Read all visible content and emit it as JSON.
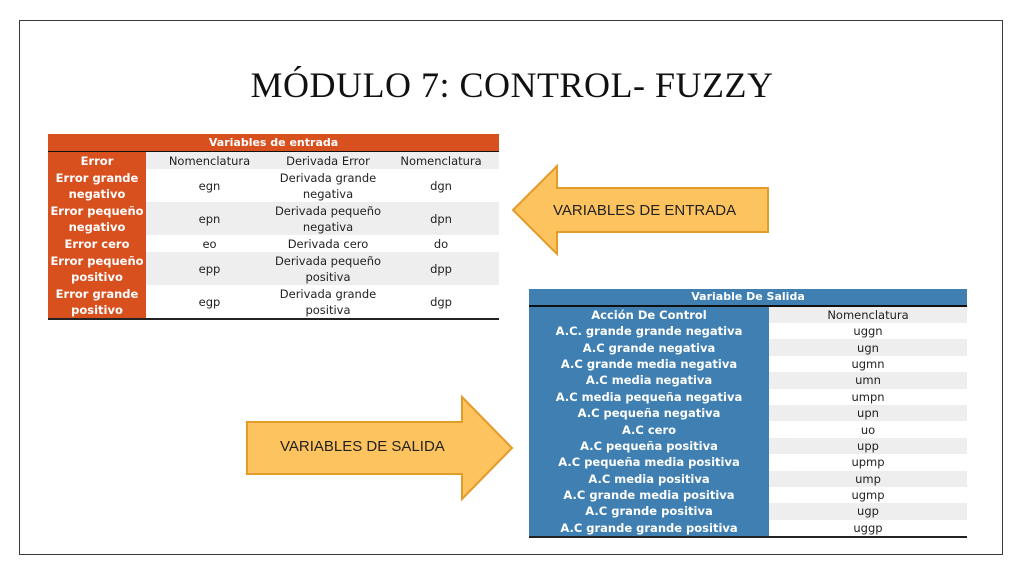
{
  "slide": {
    "title": "MÓDULO 7: CONTROL- FUZZY"
  },
  "colors": {
    "input_accent": "#d9501f",
    "output_accent": "#3f7fb1",
    "arrow_fill": "#fdc35f",
    "arrow_stroke": "#e39b2a"
  },
  "input_table": {
    "banner": "Variables de entrada",
    "headers": [
      "Error",
      "Nomenclatura",
      "Derivada Error",
      "Nomenclatura"
    ],
    "rows": [
      [
        "Error grande negativo",
        "egn",
        "Derivada grande negativa",
        "dgn"
      ],
      [
        "Error pequeño negativo",
        "epn",
        "Derivada pequeño negativa",
        "dpn"
      ],
      [
        "Error cero",
        "eo",
        "Derivada cero",
        "do"
      ],
      [
        "Error pequeño positivo",
        "epp",
        "Derivada pequeño positiva",
        "dpp"
      ],
      [
        "Error grande positivo",
        "egp",
        "Derivada grande positiva",
        "dgp"
      ]
    ]
  },
  "output_table": {
    "banner": "Variable De Salida",
    "headers": [
      "Acción De Control",
      "Nomenclatura"
    ],
    "rows": [
      [
        "A.C. grande grande negativa",
        "uggn"
      ],
      [
        "A.C  grande negativa",
        "ugn"
      ],
      [
        "A.C grande media negativa",
        "ugmn"
      ],
      [
        "A.C  media negativa",
        "umn"
      ],
      [
        "A.C  media pequeña negativa",
        "umpn"
      ],
      [
        "A.C pequeña negativa",
        "upn"
      ],
      [
        "A.C cero",
        "uo"
      ],
      [
        "A.C pequeña positiva",
        "upp"
      ],
      [
        "A.C  pequeña media positiva",
        "upmp"
      ],
      [
        "A.C  media positiva",
        "ump"
      ],
      [
        "A.C grande media positiva",
        "ugmp"
      ],
      [
        "A.C  grande positiva",
        "ugp"
      ],
      [
        "A.C grande grande positiva",
        "uggp"
      ]
    ]
  },
  "arrows": {
    "input_label": "VARIABLES DE ENTRADA",
    "output_label": "VARIABLES DE SALIDA"
  }
}
